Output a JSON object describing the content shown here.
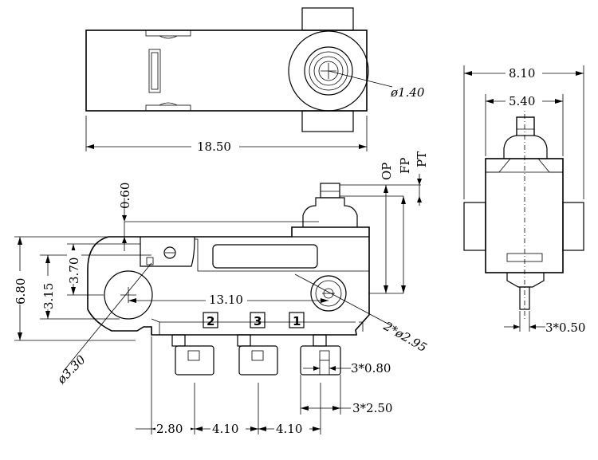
{
  "dimensions": {
    "length_18_50": "18.50",
    "width_8_10": "8.10",
    "width_5_40": "5.40",
    "dia_1_40": "ø1.40",
    "d_0_60": "0.60",
    "d_3_70": "3.70",
    "d_6_80": "6.80",
    "d_3_15": "3.15",
    "d_13_10": "13.10",
    "d_2x_295": "2*ø2.95",
    "d_dia_330": "ø3.30",
    "d_3x_050": "3*0.50",
    "d_3x_080": "3*0.80",
    "d_3x_250": "3*2.50",
    "d_2_80": "2.80",
    "d_4_10_a": "4.10",
    "d_4_10_b": "4.10",
    "op": "OP",
    "fp": "FP",
    "pt": "PT"
  },
  "terminals": [
    "2",
    "3",
    "1"
  ]
}
